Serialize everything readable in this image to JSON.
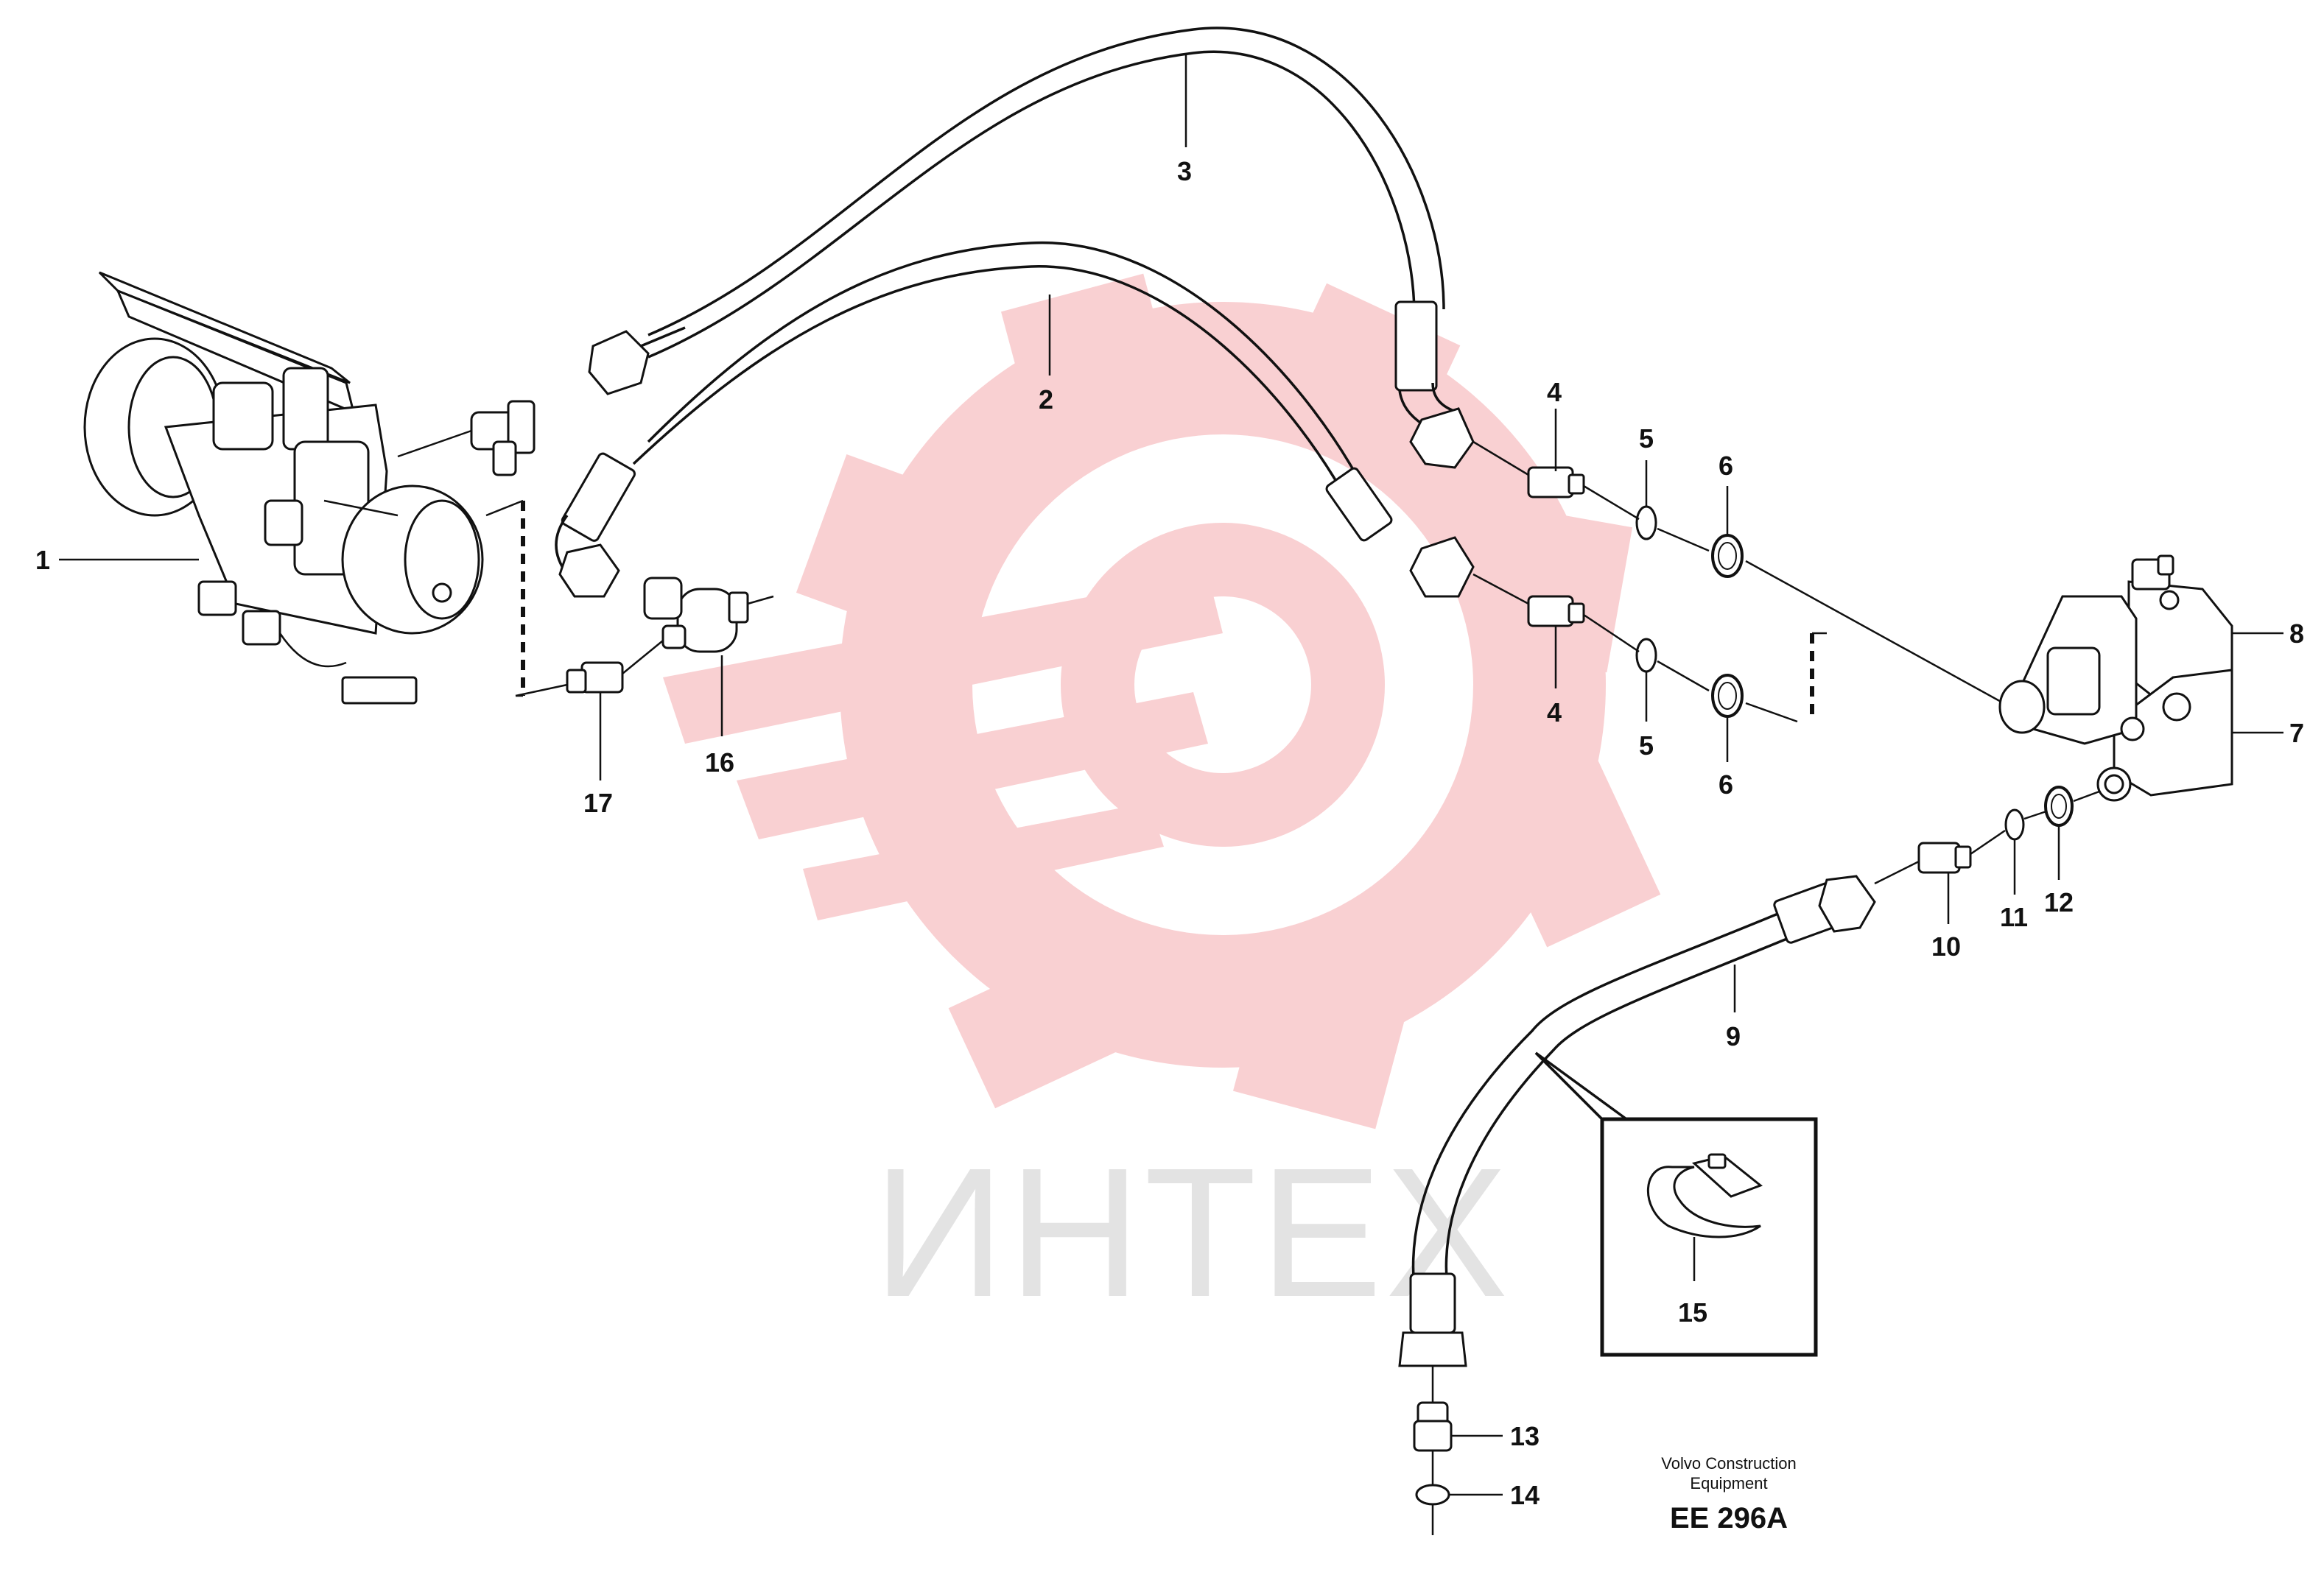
{
  "watermark": {
    "text": "ИНТЕХ",
    "color": "#f4a9ad"
  },
  "callouts": [
    "1",
    "2",
    "3",
    "4",
    "5",
    "6",
    "4",
    "5",
    "6",
    "7",
    "8",
    "9",
    "10",
    "11",
    "12",
    "13",
    "14",
    "15",
    "16",
    "17"
  ],
  "caption": {
    "line1": "Volvo Construction",
    "line2": "Equipment",
    "code": "EE 296A"
  },
  "icons": [
    "brake-valve-icon",
    "hose-icon",
    "fitting-icon",
    "seal-ring-icon",
    "o-ring-icon",
    "solenoid-valve-icon",
    "valve-block-icon",
    "clamp-icon",
    "elbow-fitting-icon"
  ]
}
